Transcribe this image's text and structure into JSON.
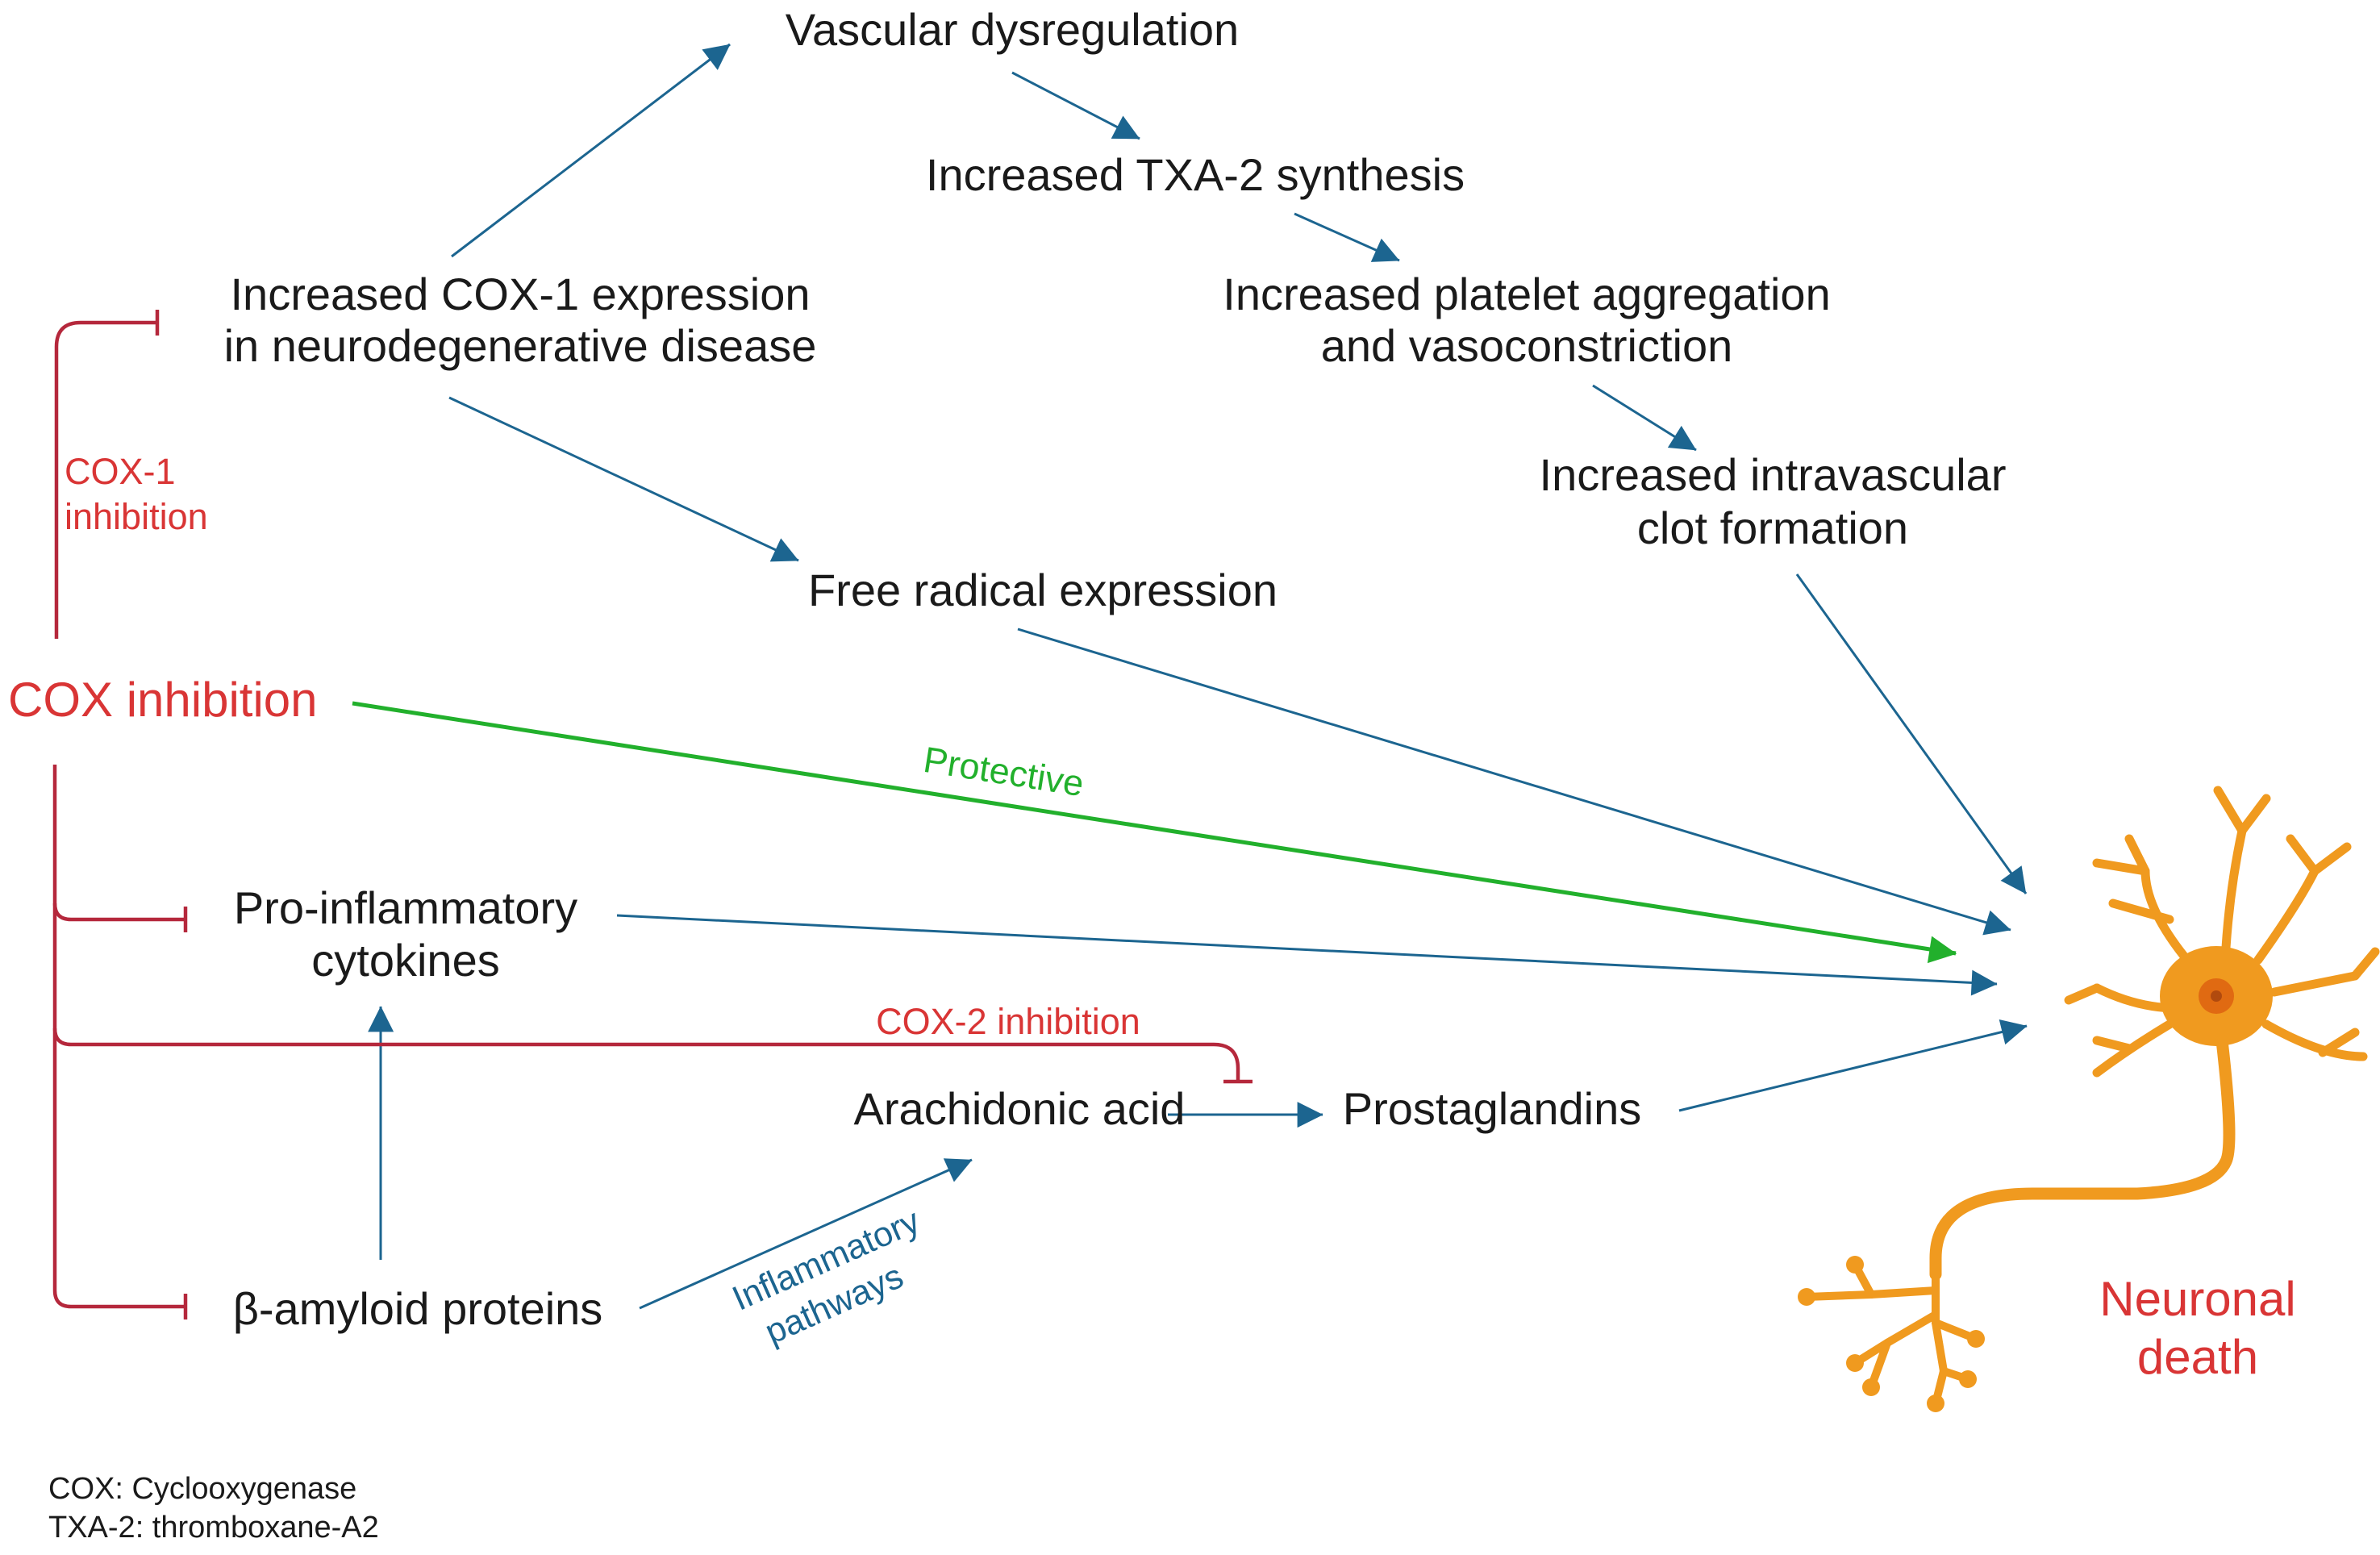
{
  "nodes": {
    "vascular": "Vascular dysregulation",
    "txa2": "Increased TXA-2 synthesis",
    "platelet_line1": "Increased platelet aggregation",
    "platelet_line2": "and vasoconstriction",
    "cox1_expr_line1": "Increased COX-1 expression",
    "cox1_expr_line2": "in neurodegenerative disease",
    "clot_line1": "Increased intravascular",
    "clot_line2": "clot formation",
    "free_radical": "Free radical expression",
    "cox_inhibition": "COX inhibition",
    "cytokines_line1": "Pro-inflammatory",
    "cytokines_line2": "cytokines",
    "arachidonic": "Arachidonic acid",
    "prostaglandins": "Prostaglandins",
    "amyloid": "β-amyloid proteins",
    "neuronal_death_line1": "Neuronal",
    "neuronal_death_line2": "death"
  },
  "edge_labels": {
    "cox1_inhibition_line1": "COX-1",
    "cox1_inhibition_line2": "inhibition",
    "protective": "Protective",
    "cox2_inhibition": "COX-2 inhibition",
    "inflammatory_line1": "Inflammatory",
    "inflammatory_line2": "pathways"
  },
  "footnotes": {
    "cox": "COX: Cyclooxygenase",
    "txa2": "TXA-2: thromboxane-A2"
  },
  "colors": {
    "text": "#1a1a1a",
    "arrow_blue": "#1c6590",
    "inhibit_red": "#b5283c",
    "label_red": "#d93535",
    "protective_green": "#22b02c",
    "neuron_orange": "#f09a1f",
    "neuron_nucleus": "#e06a12"
  },
  "icons": {
    "neuron": "neuron-icon"
  }
}
